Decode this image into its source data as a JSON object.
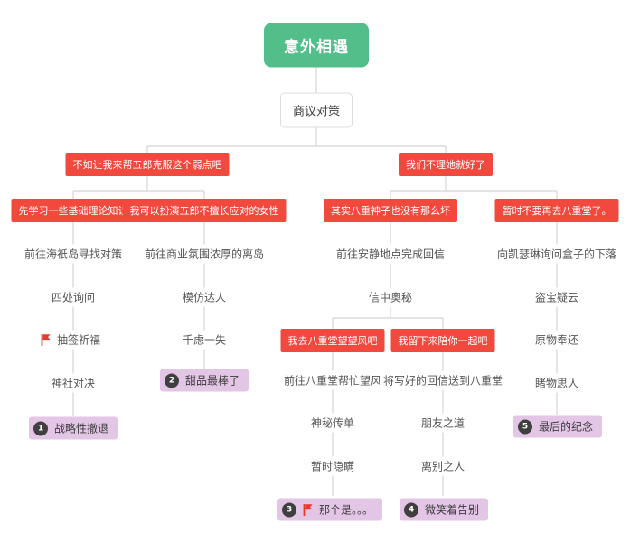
{
  "diagram": {
    "root": {
      "label": "意外相遇"
    },
    "topic": {
      "label": "商议对策"
    },
    "choices": {
      "c1": "不如让我来帮五郎克服这个弱点吧",
      "c2": "我们不理她就好了",
      "c3": "先学习一些基础理论知识",
      "c4": "我可以扮演五郎不擅长应对的女性",
      "c5": "其实八重神子也没有那么坏",
      "c6": "暂时不要再去八重堂了。",
      "c7": "我去八重堂望望风吧",
      "c8": "我留下来陪你一起吧"
    },
    "steps": {
      "s1_1": "前往海祇岛寻找对策",
      "s1_2": "四处询问",
      "s1_3": "抽签祈福",
      "s1_4": "神社对决",
      "s2_1": "前往商业氛围浓厚的离岛",
      "s2_2": "模仿达人",
      "s2_3": "千虑一失",
      "s3_1": "前往安静地点完成回信",
      "s3_2": "信中奥秘",
      "s3a_1": "前往八重堂帮忙望风",
      "s3a_2": "神秘传单",
      "s3a_3": "暂时隐瞒",
      "s3b_1": "将写好的回信送到八重堂",
      "s3b_2": "朋友之道",
      "s3b_3": "离别之人",
      "s4_1": "向凯瑟琳询问盒子的下落",
      "s4_2": "盗宝疑云",
      "s4_3": "原物奉还",
      "s4_4": "睹物思人"
    },
    "endings": {
      "e1": {
        "num": "1",
        "label": "战略性撤退"
      },
      "e2": {
        "num": "2",
        "label": "甜品最棒了"
      },
      "e3": {
        "num": "3",
        "label": "那个是。。。"
      },
      "e4": {
        "num": "4",
        "label": "微笑着告别"
      },
      "e5": {
        "num": "5",
        "label": "最后的纪念"
      }
    },
    "icons": {
      "flag": "red-flag-icon"
    },
    "colors": {
      "root_green": "#52be8a",
      "choice_red": "#f1493d",
      "ending_purple": "#e3c5e6",
      "badge_dark": "#3f3f3f",
      "flag_red": "#e8392e",
      "line_gray": "#d4d4d4",
      "step_text": "#555555"
    }
  }
}
